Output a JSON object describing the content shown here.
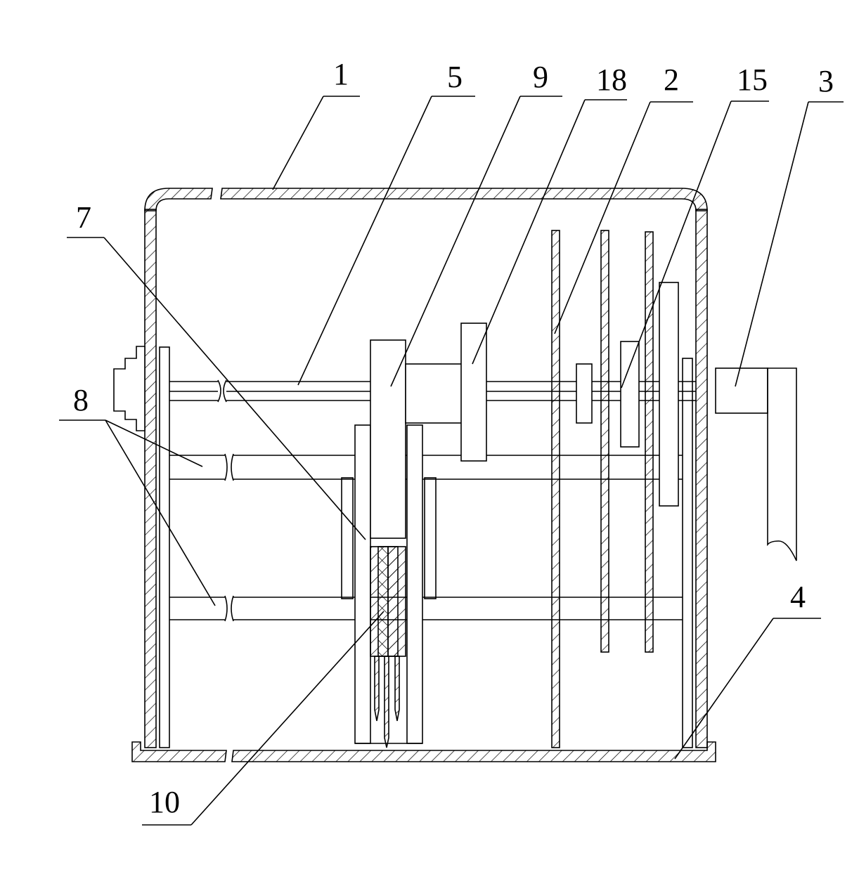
{
  "labels": {
    "l1": "1",
    "l2": "2",
    "l3": "3",
    "l4": "4",
    "l5": "5",
    "l7": "7",
    "l8": "8",
    "l9": "9",
    "l10": "10",
    "l15": "15",
    "l18": "18"
  },
  "colors": {
    "ink": "#000000",
    "paper": "#ffffff"
  }
}
